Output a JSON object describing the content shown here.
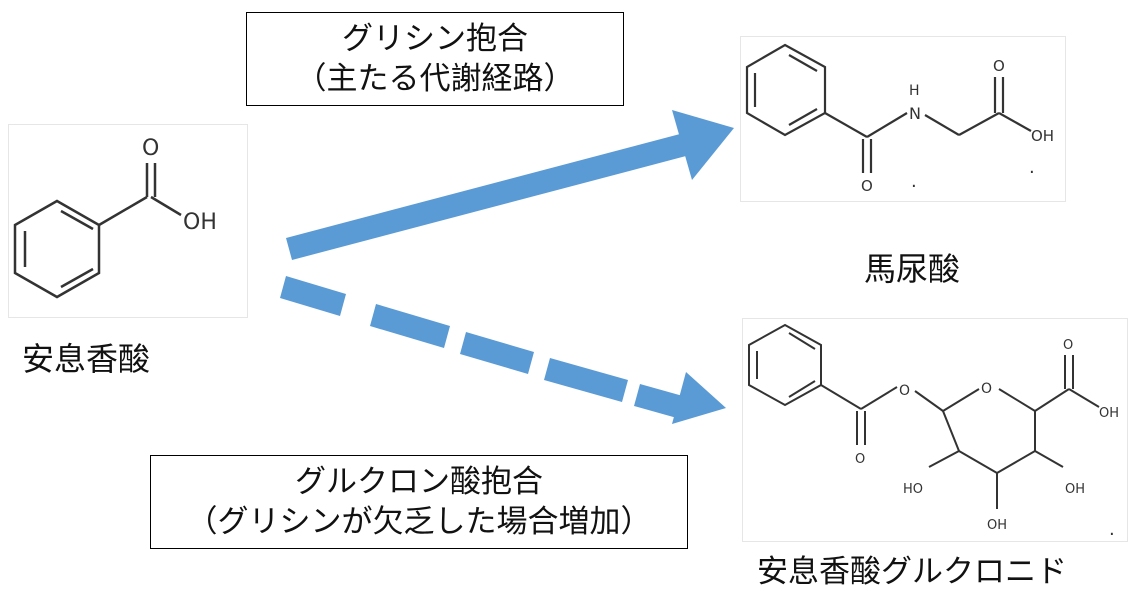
{
  "pathways": {
    "major": {
      "line1": "グリシン抱合",
      "line2": "（主たる代謝経路）"
    },
    "minor": {
      "line1": "グルクロン酸抱合",
      "line2": "（グリシンが欠乏した場合増加）"
    }
  },
  "compounds": {
    "substrate": {
      "name": "安息香酸"
    },
    "product_major": {
      "name": "馬尿酸"
    },
    "product_minor": {
      "name": "安息香酸グルクロニド"
    }
  },
  "atoms": {
    "o": "O",
    "oh": "OH",
    "h": "H",
    "n": "N",
    "ho": "HO",
    "dot": "."
  },
  "colors": {
    "arrow": "#5b9bd5",
    "bond": "#333333"
  }
}
